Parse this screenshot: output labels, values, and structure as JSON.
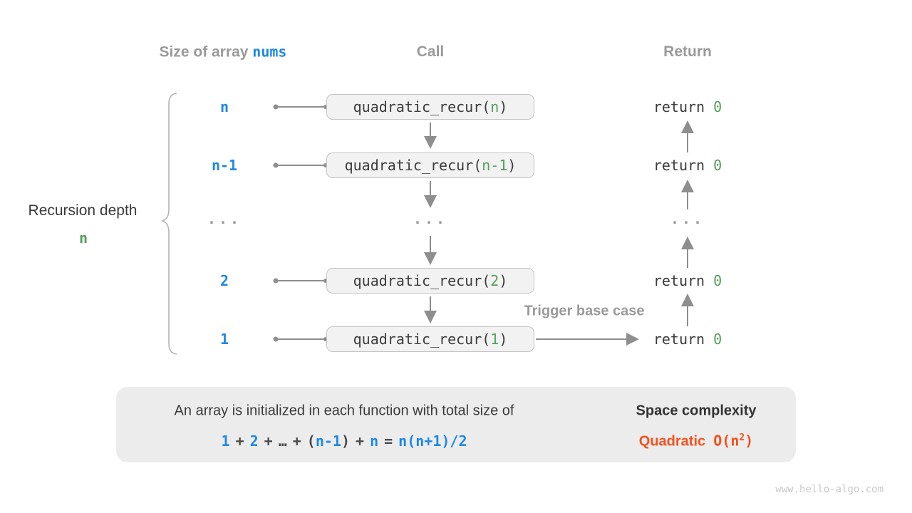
{
  "colors": {
    "blue": "#1e88e5",
    "green": "#52a157",
    "orange": "#f4511e",
    "gray_label": "#9a9a9a",
    "dark": "#3c3c3c",
    "line": "#8e8e8e",
    "box_bg": "#f2f2f2",
    "box_border": "#c4c4c4",
    "panel_bg": "#ececec",
    "watermark": "#c9c9c9",
    "brace": "#b4b4b4"
  },
  "headers": {
    "size_prefix": "Size of array ",
    "size_code": "nums",
    "call": "Call",
    "return": "Return"
  },
  "depth_label": {
    "title": "Recursion depth",
    "value": "n"
  },
  "rows": [
    {
      "size": "n",
      "call_fn": "quadratic_recur(",
      "call_arg": "n",
      "call_close": ")",
      "ret_kw": "return",
      "ret_val": "0"
    },
    {
      "size": "n-1",
      "call_fn": "quadratic_recur(",
      "call_arg": "n-1",
      "call_close": ")",
      "ret_kw": "return",
      "ret_val": "0"
    },
    {
      "size": "...",
      "call_dots": "...",
      "ret_dots": "..."
    },
    {
      "size": "2",
      "call_fn": "quadratic_recur(",
      "call_arg": "2",
      "call_close": ")",
      "ret_kw": "return",
      "ret_val": "0"
    },
    {
      "size": "1",
      "call_fn": "quadratic_recur(",
      "call_arg": "1",
      "call_close": ")",
      "ret_kw": "return",
      "ret_val": "0"
    }
  ],
  "trigger_label": "Trigger base case",
  "summary": {
    "sentence": "An array is initialized in each function with total size of",
    "formula": {
      "t1": "1",
      "p1": "+",
      "t2": "2",
      "p2": "+",
      "dots": "…",
      "p3": "+",
      "lp": "(",
      "t3": "n-1",
      "rp": ")",
      "p4": "+",
      "t4": "n",
      "eq": "=",
      "result": "n(n+1)/2"
    },
    "space_title": "Space complexity",
    "space_kind": "Quadratic",
    "big_o_open": "O(n",
    "big_o_sup": "2",
    "big_o_close": ")"
  },
  "watermark": "www.hello-algo.com"
}
